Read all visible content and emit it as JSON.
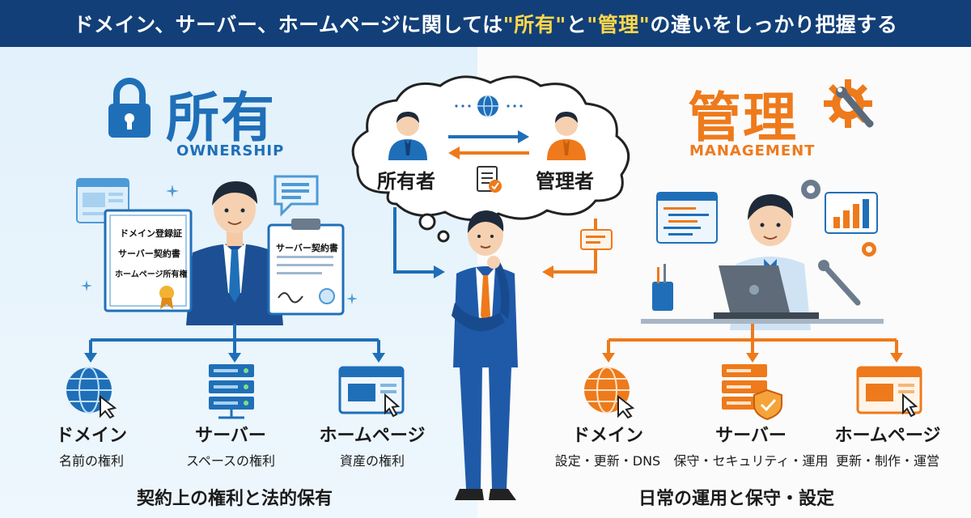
{
  "banner": {
    "part1": "ドメイン、サーバー、ホームページに関しては",
    "q1": "\"所有\"",
    "part2": "と",
    "q2": "\"管理\"",
    "part3": "の違いをしっかり把握する"
  },
  "ownership": {
    "title": "所有",
    "subtitle": "OWNERSHIP",
    "certificate_lines": [
      "ドメイン登録証",
      "サーバー契約書",
      "ホームページ所有権"
    ],
    "clipboard_title": "サーバー契約書",
    "items": [
      {
        "name": "ドメイン",
        "desc": "名前の権利"
      },
      {
        "name": "サーバー",
        "desc": "スペースの権利"
      },
      {
        "name": "ホームページ",
        "desc": "資産の権利"
      }
    ],
    "summary": "契約上の権利と法的保有"
  },
  "management": {
    "title": "管理",
    "subtitle": "MANAGEMENT",
    "items": [
      {
        "name": "ドメイン",
        "desc": "設定・更新・DNS"
      },
      {
        "name": "サーバー",
        "desc": "保守・セキュリティ・運用"
      },
      {
        "name": "ホームページ",
        "desc": "更新・制作・運営"
      }
    ],
    "summary": "日常の運用と保守・設定"
  },
  "cloud": {
    "owner_label": "所有者",
    "manager_label": "管理者"
  },
  "colors": {
    "banner_bg": "#123f78",
    "banner_highlight": "#ffd84a",
    "ownership_blue": "#1f6fb8",
    "management_orange": "#ee7a1b"
  },
  "icons": {
    "ownership": "padlock-icon",
    "management": "gear-wrench-icon",
    "domain": "globe-cursor-icon",
    "server": "server-stack-icon",
    "homepage": "browser-window-icon"
  }
}
